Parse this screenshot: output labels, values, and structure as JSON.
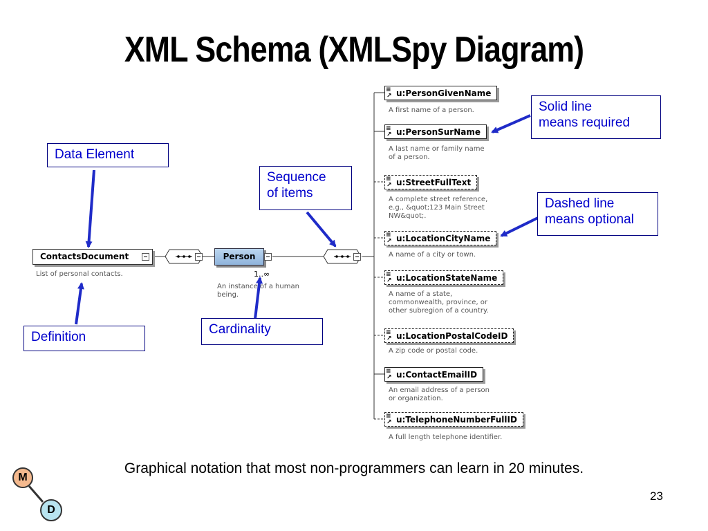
{
  "title": "XML Schema (XMLSpy Diagram)",
  "root": {
    "name": "ContactsDocument",
    "description": "List of personal contacts."
  },
  "person": {
    "name": "Person",
    "cardinality": "1..∞",
    "description": "An instance of a human\nbeing."
  },
  "children": [
    {
      "name": "u:PersonGivenName",
      "required": true,
      "description": "A first name of a person."
    },
    {
      "name": "u:PersonSurName",
      "required": true,
      "description": "A last name or family name\nof a person."
    },
    {
      "name": "u:StreetFullText",
      "required": false,
      "description": "A complete street reference,\ne.g., &quot;123 Main Street\nNW&quot;."
    },
    {
      "name": "u:LocationCityName",
      "required": false,
      "description": "A name of a city or town."
    },
    {
      "name": "u:LocationStateName",
      "required": false,
      "description": "A name of a state,\ncommonwealth, province, or\nother subregion of a country."
    },
    {
      "name": "u:LocationPostalCodeID",
      "required": false,
      "description": "A zip code or postal code."
    },
    {
      "name": "u:ContactEmailID",
      "required": true,
      "description": "An email address of a person\nor organization."
    },
    {
      "name": "u:TelephoneNumberFullID",
      "required": false,
      "description": "A full length telephone identifier."
    }
  ],
  "callouts": {
    "data_element": "Data Element",
    "sequence": "Sequence\nof items",
    "solid": "Solid line\nmeans required",
    "dashed": "Dashed line\nmeans optional",
    "definition": "Definition",
    "cardinality": "Cardinality"
  },
  "caption": "Graphical notation that most non-programmers can learn in 20 minutes.",
  "page_number": "23",
  "logo": {
    "m": "M",
    "d": "D"
  },
  "colors": {
    "callout_text": "#0000cc",
    "arrow": "#1f2bc8",
    "person_fill": "#9dbfe3"
  }
}
